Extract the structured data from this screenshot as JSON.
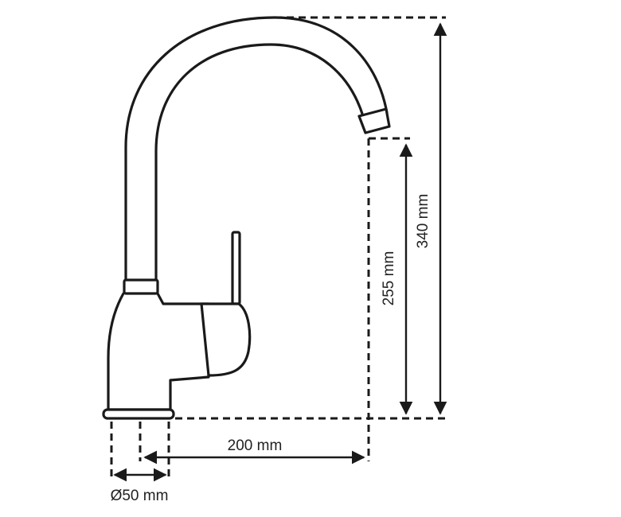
{
  "dimensions": {
    "total_height": "340 mm",
    "spout_height": "255 mm",
    "spout_reach": "200 mm",
    "base_diameter": "Ø50 mm"
  },
  "colors": {
    "line": "#1a1a1a",
    "background": "#ffffff"
  }
}
